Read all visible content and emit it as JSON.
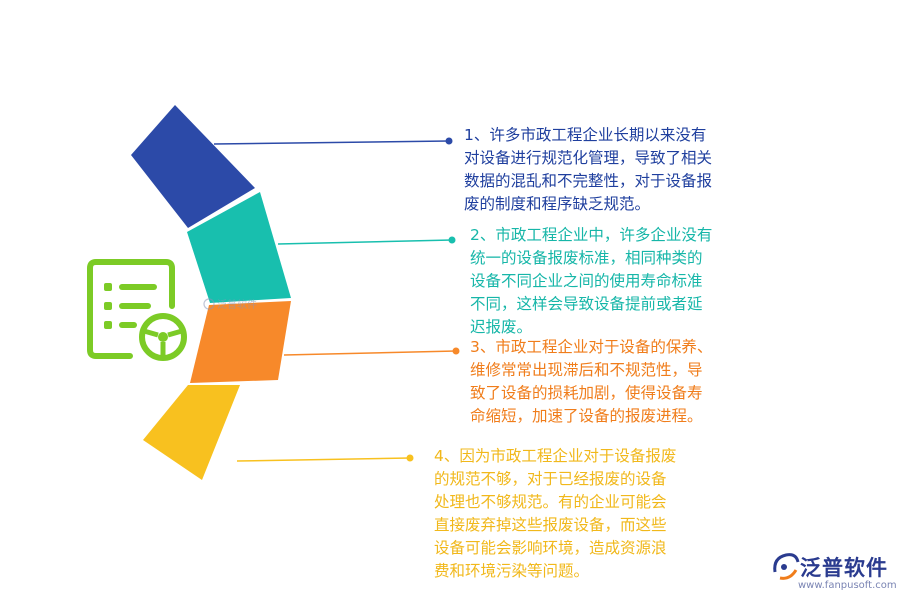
{
  "items": [
    {
      "lines": [
        "1、许多市政工程企业长期以来没有",
        "对设备进行规范化管理，导致了相关",
        "数据的混乱和不完整性，对于设备报",
        "废的制度和程序缺乏规范。"
      ],
      "color": "#1f3f9e"
    },
    {
      "lines": [
        "2、市政工程企业中，许多企业没有",
        "统一的设备报废标准，相同种类的",
        "设备不同企业之间的使用寿命标准",
        "不同，这样会导致设备提前或者延",
        "迟报废。"
      ],
      "color": "#16b6a8"
    },
    {
      "lines": [
        "3、市政工程企业对于设备的保养、",
        "维修常常出现滞后和不规范性，导",
        "致了设备的损耗加剧，使得设备寿",
        "命缩短，加速了设备的报废进程。"
      ],
      "color": "#f07d1b"
    },
    {
      "lines": [
        "4、因为市政工程企业对于设备报废",
        "的规范不够，对于已经报废的设备",
        "处理也不够规范。有的企业可能会",
        "直接废弃掉这些报废设备，而这些",
        "设备可能会影响环境，造成资源浪",
        "费和环境污染等问题。"
      ],
      "color": "#f1b81b"
    }
  ],
  "watermark": "泛普软件",
  "brand": {
    "name": "泛普软件",
    "url": "www.fanpusoft.com"
  },
  "icon": "document-steering-wheel-icon",
  "icon_color": "#7ccb26"
}
